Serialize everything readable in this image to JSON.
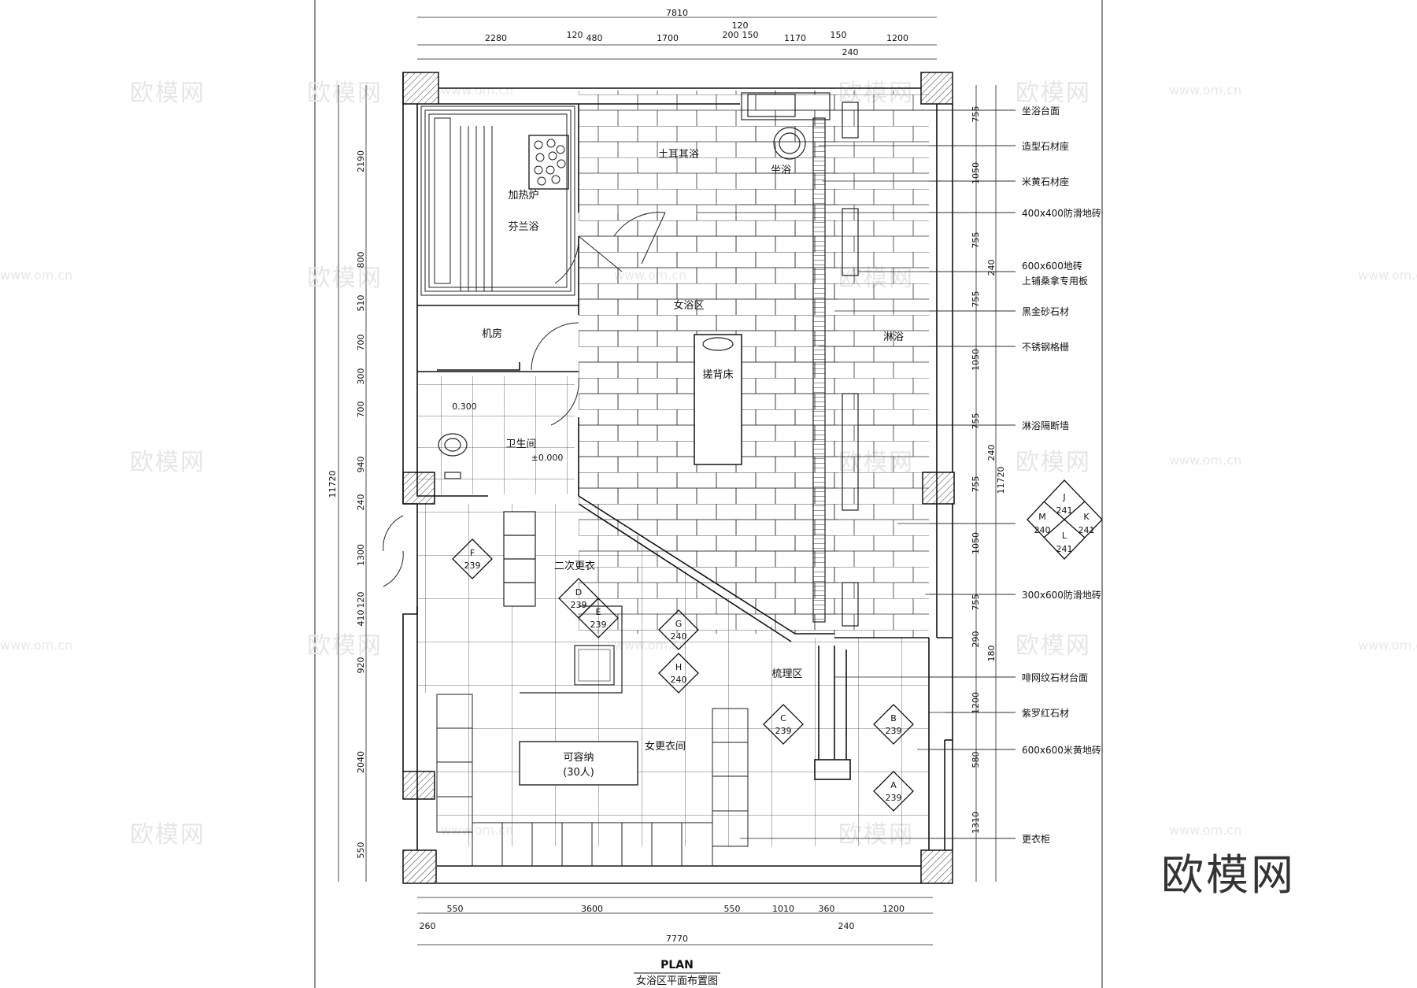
{
  "title": {
    "main": "PLAN",
    "sub": "女浴区平面布置图"
  },
  "watermark": {
    "brand": "欧模网",
    "url": "www.om.cn",
    "big": "欧模网"
  },
  "rooms": {
    "turkish": "土耳其浴",
    "sitbath": "坐浴",
    "heater": "加热炉",
    "finnish": "芬兰浴",
    "machine": "机房",
    "women_bath": "女浴区",
    "scrub_bed": "搓背床",
    "shower": "淋浴",
    "toilet": "卫生间",
    "level_a": "0.300",
    "level_b": "±0.000",
    "second_change": "二次更衣",
    "grooming": "梳理区",
    "locker_room": "女更衣间",
    "capacity": "可容纳",
    "capacity_n": "(30人)"
  },
  "dims": {
    "top_total": "7810",
    "top_120": "120",
    "top_segments": [
      "2280",
      "120",
      "480",
      "1700",
      "200",
      "150",
      "1170",
      "150",
      "1200"
    ],
    "top_240": "240",
    "bottom_segments": [
      "550",
      "3600",
      "550",
      "1010",
      "360",
      "1200"
    ],
    "bottom_260": "260",
    "bottom_240": "240",
    "bottom_total": "7770",
    "left_segments": [
      "2190",
      "800",
      "510",
      "700",
      "300",
      "700",
      "940",
      "240",
      "1300",
      "120",
      "410",
      "920",
      "2040",
      "550"
    ],
    "left_total": "11720",
    "right_segments": [
      "755",
      "1050",
      "755",
      "240",
      "755",
      "1050",
      "755",
      "240",
      "755",
      "1050",
      "755",
      "290",
      "180",
      "1200",
      "580",
      "1310"
    ],
    "right_total": "11720"
  },
  "notes": [
    "坐浴台面",
    "造型石材座",
    "米黄石材座",
    "400x400防滑地砖",
    "600x600地砖",
    "上铺桑拿专用板",
    "黑金砂石材",
    "不锈钢格栅",
    "淋浴隔断墙",
    "300x600防滑地砖",
    "啡网纹石材台面",
    "紫罗红石材",
    "600x600米黄地砖",
    "更衣柜"
  ],
  "markers": {
    "jkml": {
      "J": "J",
      "K": "K",
      "M": "M",
      "L": "L",
      "n1": "241",
      "n2": "240",
      "n3": "241",
      "n4": "241"
    },
    "F": {
      "letter": "F",
      "num": "239"
    },
    "D": {
      "letter": "D",
      "num": "239"
    },
    "E": {
      "letter": "E",
      "num": "239"
    },
    "G": {
      "letter": "G",
      "num": "240"
    },
    "H": {
      "letter": "H",
      "num": "240"
    },
    "C": {
      "letter": "C",
      "num": "239"
    },
    "B": {
      "letter": "B",
      "num": "239"
    },
    "A": {
      "letter": "A",
      "num": "239"
    }
  }
}
